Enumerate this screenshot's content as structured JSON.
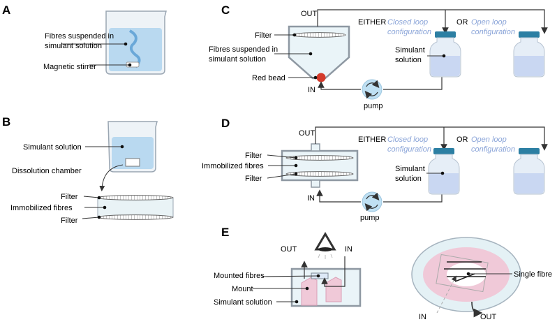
{
  "panels": {
    "a": {
      "letter": "A",
      "fibres_label_line1": "Fibres suspended in",
      "fibres_label_line2": "simulant solution",
      "stirrer_label": "Magnetic stirrer"
    },
    "b": {
      "letter": "B",
      "simulant_label": "Simulant solution",
      "dissolution_label": "Dissolution chamber",
      "filter_top": "Filter",
      "immobilized_label": "Immobilized fibres",
      "filter_bottom": "Filter"
    },
    "c": {
      "letter": "C",
      "out_label": "OUT",
      "either_label": "EITHER",
      "closed_loop_line1": "Closed loop",
      "closed_loop_line2": "configuration",
      "or_label": "OR",
      "open_loop_line1": "Open loop",
      "open_loop_line2": "configuration",
      "filter_label": "Filter",
      "fibres_line1": "Fibres suspended in",
      "fibres_line2": "simulant solution",
      "red_bead_label": "Red bead",
      "in_label": "IN",
      "simulant_line1": "Simulant",
      "simulant_line2": "solution",
      "pump_label": "pump"
    },
    "d": {
      "letter": "D",
      "out_label": "OUT",
      "either_label": "EITHER",
      "closed_loop_line1": "Closed loop",
      "closed_loop_line2": "configuration",
      "or_label": "OR",
      "open_loop_line1": "Open loop",
      "open_loop_line2": "configuration",
      "filter_top": "Filter",
      "immobilized_label": "Immobilized fibres",
      "filter_bottom": "Filter",
      "in_label": "IN",
      "simulant_line1": "Simulant",
      "simulant_line2": "solution",
      "pump_label": "pump"
    },
    "e": {
      "letter": "E",
      "out_label": "OUT",
      "in_label": "IN",
      "mounted_label": "Mounted fibres",
      "mount_label": "Mount",
      "simulant_label": "Simulant solution",
      "single_fibre_label": "Single fibre",
      "in2_label": "IN",
      "out2_label": "OUT"
    }
  },
  "colors": {
    "liquid": "#b9d9f0",
    "liquid_dark": "#7fb6e3",
    "bottle_cap": "#2c7fa3",
    "bottle_body": "#e6eef7",
    "bottle_liquid": "#c9d7f2",
    "pink": "#f0c9d8",
    "pump": "#bfe0f3",
    "red_bead": "#d43a2b",
    "blue_text": "#8aa4d8",
    "frame": "#7c8793"
  }
}
